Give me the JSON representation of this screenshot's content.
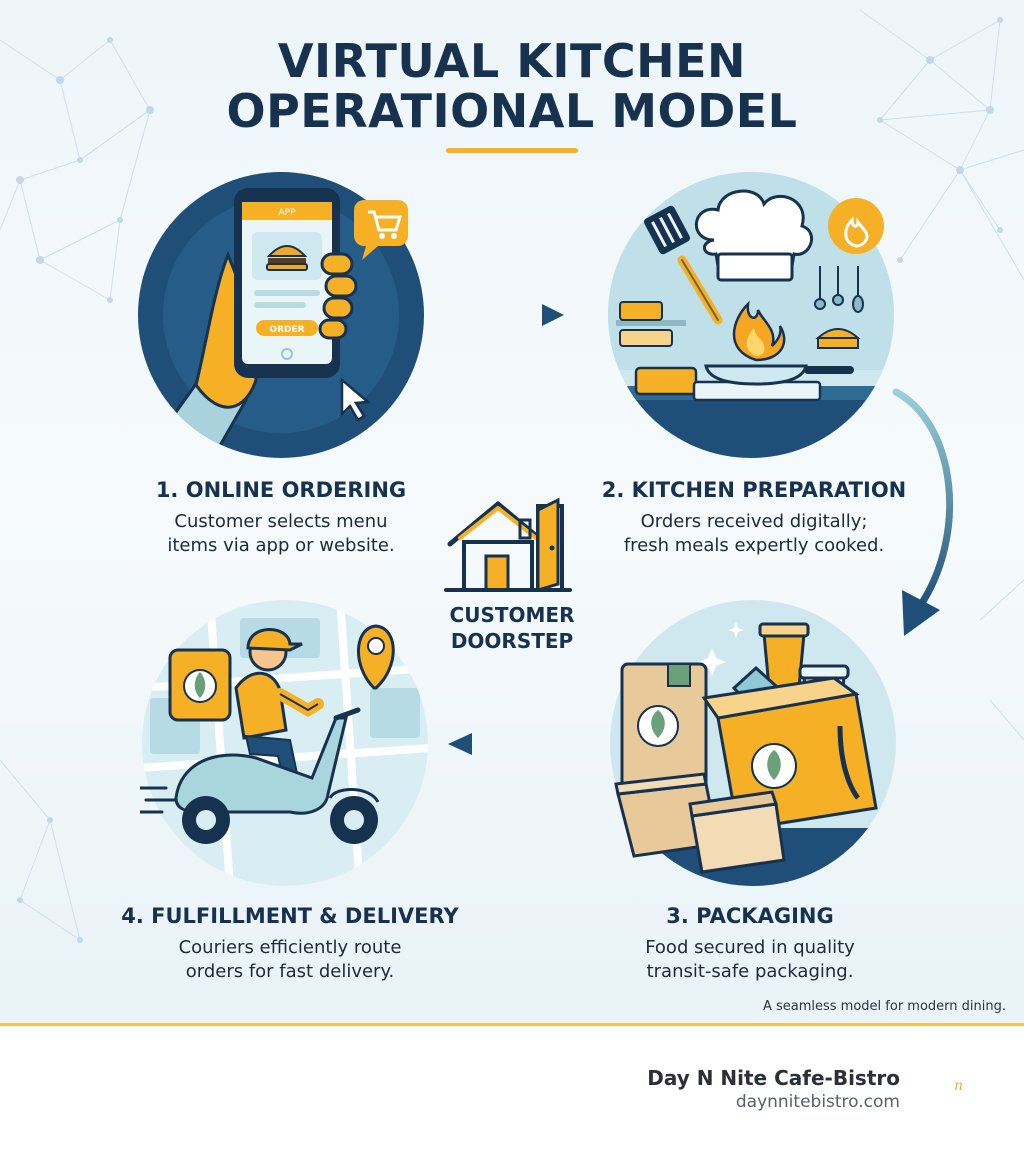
{
  "title": {
    "line1": "VIRTUAL KITCHEN",
    "line2": "OPERATIONAL MODEL"
  },
  "colors": {
    "navy": "#16324f",
    "accent": "#f5b025",
    "teal": "#8fc9d6",
    "circle_light": "#cfe8ef"
  },
  "steps": [
    {
      "title": "1. ONLINE ORDERING",
      "desc": [
        "Customer selects menu",
        "items via app or website."
      ],
      "phone": {
        "app": "APP",
        "order": "ORDER"
      },
      "icons": [
        "smartphone-icon",
        "cart-icon",
        "burger-icon",
        "cursor-icon"
      ]
    },
    {
      "title": "2. KITCHEN PREPARATION",
      "desc": [
        "Orders received digitally;",
        "fresh meals expertly cooked."
      ],
      "icons": [
        "chef-hat-icon",
        "spatula-icon",
        "fire-icon",
        "pan-icon"
      ]
    },
    {
      "title": "3. PACKAGING",
      "desc": [
        "Food secured in quality",
        "transit-safe packaging."
      ],
      "icons": [
        "paper-bag-icon",
        "food-box-icon",
        "drink-cup-icon",
        "leaf-icon"
      ]
    },
    {
      "title": "4. FULFILLMENT & DELIVERY",
      "desc": [
        "Couriers efficiently route",
        "orders for fast delivery."
      ],
      "icons": [
        "courier-scooter-icon",
        "map-pin-icon",
        "delivery-bag-icon"
      ]
    }
  ],
  "doorstep": {
    "line1": "CUSTOMER",
    "line2": "DOORSTEP",
    "icon": "house-icon"
  },
  "tagline": "A seamless model for modern dining.",
  "brand": {
    "name": "Day N Nite Cafe-Bistro",
    "url": "daynnitebistro.com",
    "mark": "n"
  }
}
